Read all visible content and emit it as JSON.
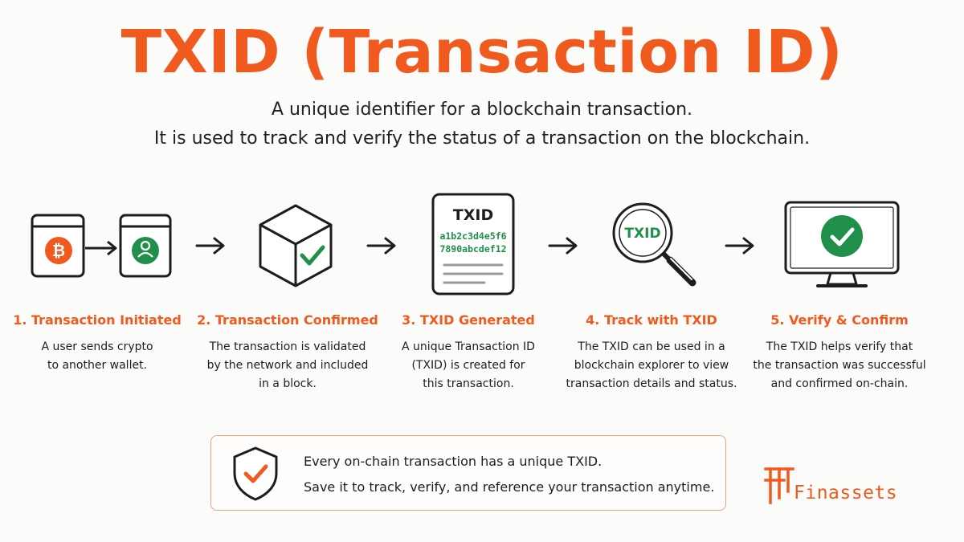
{
  "header": {
    "title": "TXID (Transaction ID)",
    "subtitle_line1": "A unique identifier for a blockchain transaction.",
    "subtitle_line2": "It is used to track and verify the status of a transaction on the blockchain."
  },
  "steps": [
    {
      "title": "1. Transaction Initiated",
      "description": [
        "A user sends crypto",
        "to another wallet."
      ],
      "icon_glyph": "₿"
    },
    {
      "title": "2. Transaction Confirmed",
      "description": [
        "The transaction is validated",
        "by the network and included",
        "in a block."
      ]
    },
    {
      "title": "3. TXID Generated",
      "description": [
        "A unique Transaction ID",
        "(TXID) is created for",
        "this transaction."
      ],
      "doc_label": "TXID",
      "hash_line1": "a1b2c3d4e5f6",
      "hash_line2": "7890abcdef12"
    },
    {
      "title": "4. Track with TXID",
      "description": [
        "The TXID can be used in a",
        "blockchain explorer to view",
        "transaction details and status."
      ],
      "lens_label": "TXID"
    },
    {
      "title": "5. Verify & Confirm",
      "description": [
        "The TXID helps verify that",
        "the transaction was successful",
        "and confirmed on-chain."
      ]
    }
  ],
  "note": {
    "line1": "Every on-chain transaction has a unique TXID.",
    "line2": "Save it to track, verify, and reference your transaction anytime."
  },
  "brand": {
    "name": "Finassets"
  },
  "colors": {
    "accent": "#f15a1e",
    "success": "#1f8f4a",
    "outline": "#1d1d1d"
  },
  "icons": [
    "bitcoin-icon",
    "user-icon",
    "cube-icon",
    "document-icon",
    "magnifier-icon",
    "monitor-icon",
    "shield-icon",
    "arrow-right-icon"
  ]
}
